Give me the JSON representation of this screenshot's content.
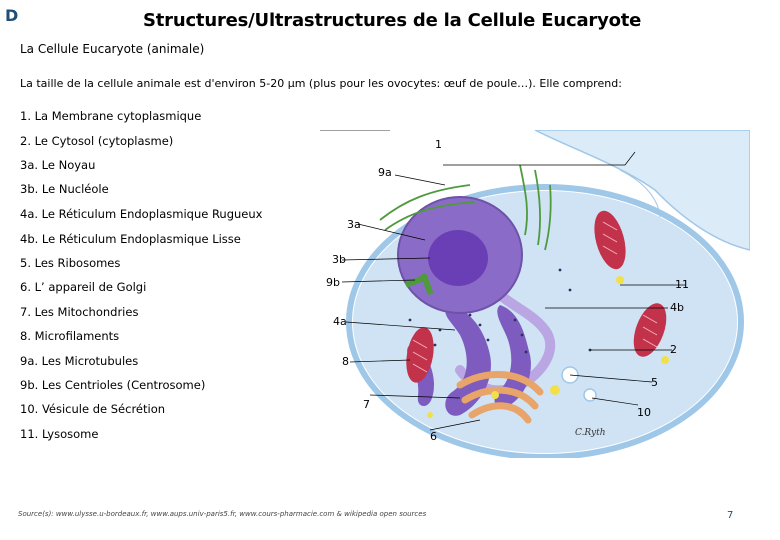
{
  "slide": {
    "corner_letter": "D",
    "title": "Structures/Ultrastructures de la Cellule Eucaryote",
    "subtitle": "La Cellule Eucaryote (animale)",
    "intro": "La taille de la cellule animale est d'environ 5-20 µm (plus pour les ovocytes: œuf de poule…). Elle comprend:",
    "legend": [
      "1. La Membrane cytoplasmique",
      "2. Le Cytosol (cytoplasme)",
      "3a. Le Noyau",
      "3b. Le Nucléole",
      "4a. Le Réticulum Endoplasmique Rugueux",
      "4b. Le Réticulum Endoplasmique Lisse",
      "5. Les Ribosomes",
      "6. L’ appareil de Golgi",
      "7. Les Mitochondries",
      "8. Microfilaments",
      "9a. Les Microtubules",
      "9b. Les Centrioles (Centrosome)",
      "10. Vésicule de Sécrétion",
      "11. Lysosome"
    ],
    "source": "Source(s): www.ulysse.u-bordeaux.fr, www.aups.univ-paris5.fr, www.cours-pharmacie.com & wikipedia open sources",
    "page_number": "7"
  },
  "diagram": {
    "labels": [
      "1",
      "9a",
      "3a",
      "3b",
      "9b",
      "11",
      "4b",
      "4a",
      "2",
      "8",
      "5",
      "7",
      "10",
      "6"
    ],
    "signature": "C.Ryth",
    "colors": {
      "cytoplasm": "#cfe3f5",
      "membrane": "#9fc7e8",
      "nucleus": "#8a6cc8",
      "nucleolus": "#6a3fb5",
      "rough_er": "#7d5bbf",
      "mitochondria": "#c2334b",
      "golgi": "#e9a46a",
      "microtubules": "#4f9a3d",
      "lysosome": "#f1e04a"
    }
  }
}
